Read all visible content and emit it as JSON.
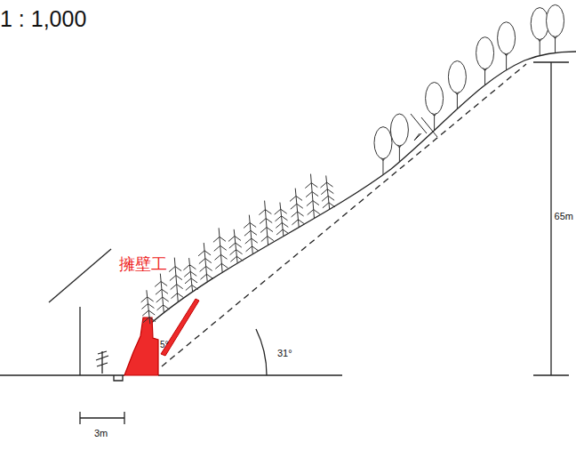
{
  "diagram": {
    "labels": [
      "1 : 1,000",
      "擁壁工",
      "65m",
      "31°",
      "5°",
      "3m"
    ]
  }
}
